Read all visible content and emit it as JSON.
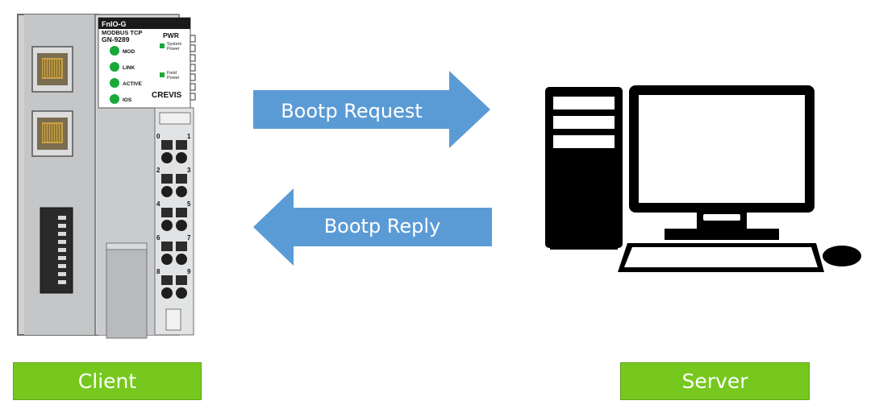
{
  "device": {
    "model_line": "FnIO-G",
    "protocol": "MODBUS TCP",
    "part_no": "GN-9289",
    "pwr": "PWR",
    "system_power": [
      "System",
      "Power"
    ],
    "field_power": [
      "Field",
      "Power"
    ],
    "brand": "CREVIS",
    "leds": [
      "MOD",
      "LINK",
      "ACTIVE",
      "IOS"
    ],
    "terminal_numbers": [
      "0",
      "1",
      "2",
      "3",
      "4",
      "5",
      "6",
      "7",
      "8",
      "9"
    ],
    "led_color": "#19a83a"
  },
  "arrows": {
    "request": "Bootp Request",
    "reply": "Bootp Reply",
    "color": "#5b9bd5"
  },
  "labels": {
    "client": "Client",
    "server": "Server",
    "color": "#76c81e"
  }
}
